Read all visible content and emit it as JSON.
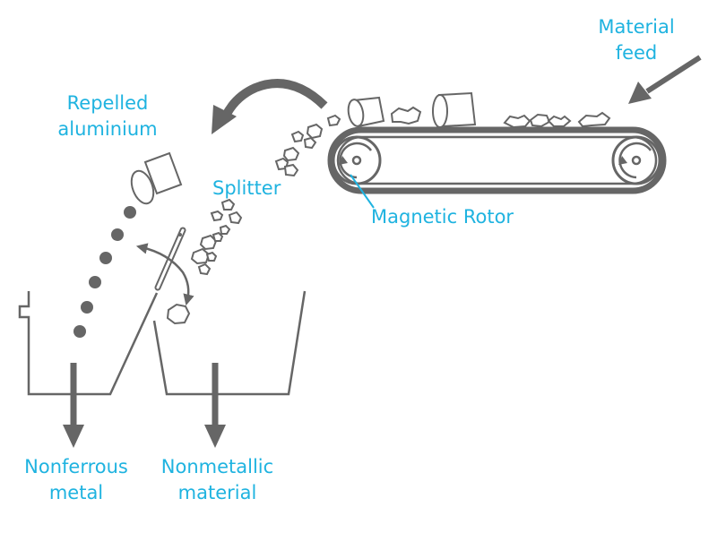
{
  "labels": {
    "material_feed": "Material\nfeed",
    "repelled_aluminium": "Repelled\naluminium",
    "splitter": "Splitter",
    "magnetic_rotor": "Magnetic Rotor",
    "nonferrous_metal": "Nonferrous\nmetal",
    "nonmetallic_material": "Nonmetallic\nmaterial"
  },
  "colors": {
    "label": "#1fb3e0",
    "line": "#666666"
  }
}
